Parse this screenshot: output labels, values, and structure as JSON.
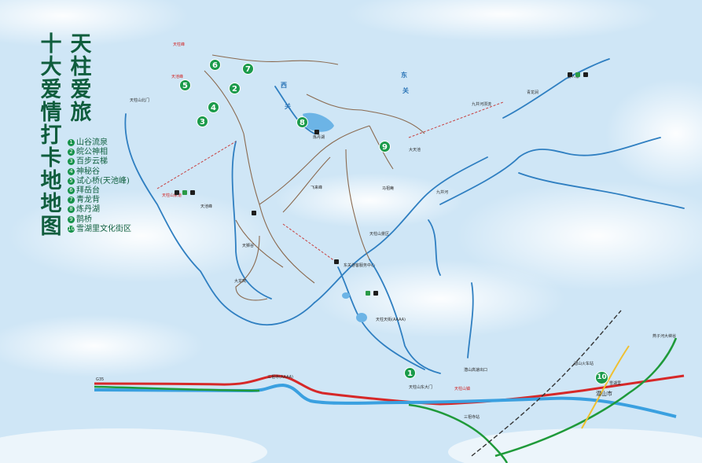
{
  "title": {
    "column_right": "天柱爱旅",
    "column_left": "十大爱情打卡地地图"
  },
  "legend": [
    {
      "num": "1",
      "label": "山谷流泉"
    },
    {
      "num": "2",
      "label": "皖公神相"
    },
    {
      "num": "3",
      "label": "百步云梯"
    },
    {
      "num": "4",
      "label": "神秘谷"
    },
    {
      "num": "5",
      "label": "试心桥(天池峰)"
    },
    {
      "num": "6",
      "label": "拜岳台"
    },
    {
      "num": "7",
      "label": "青龙背"
    },
    {
      "num": "8",
      "label": "炼丹湖"
    },
    {
      "num": "9",
      "label": "鹊桥"
    },
    {
      "num": "10",
      "label": "雪湖里文化街区"
    }
  ],
  "areas": {
    "west": "西",
    "west2": "关",
    "east": "东",
    "east2": "关"
  },
  "places": {
    "tianzhufeng": "天柱峰",
    "tianchi": "天池峰",
    "city": "潜山市",
    "town": "天柱山镇",
    "p1": "天柱山东大门",
    "p2": "三祖寺(AAAA)",
    "p3": "天柱天街(AAAA)",
    "p4": "大龙窝",
    "p5": "炼丹湖",
    "p6": "马祖庵",
    "p7": "天柱山景区",
    "p8": "飞来峰",
    "p9": "天狮谷",
    "p10": "九井河",
    "p11": "天柱山北门",
    "p12": "青龙涧",
    "p13": "天池峰",
    "p14": "野人寨",
    "p15": "九井河漂流",
    "p16": "东关游客服务中心",
    "p17": "雪湖里",
    "p18": "潜山火车站",
    "p19": "潜山高速出口",
    "p20": "G35",
    "p21": "天柱山索道",
    "p22": "燕子河大峡谷",
    "p23": "大天池",
    "p24": "三祖寺站"
  }
}
